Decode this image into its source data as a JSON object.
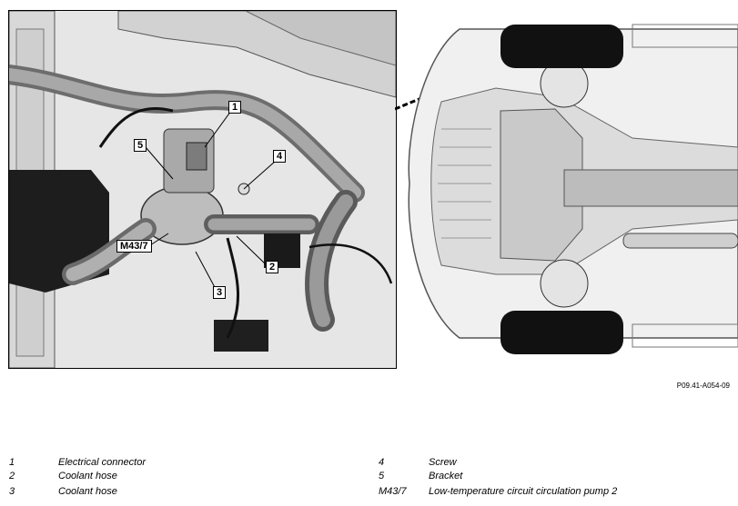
{
  "figure": {
    "callouts": [
      "1",
      "4",
      "5",
      "M43/7",
      "2",
      "3"
    ],
    "reference": "P09.41-A054-09"
  },
  "legend": [
    {
      "key": "1",
      "text": "Electrical connector"
    },
    {
      "key": "2",
      "text": "Coolant hose"
    },
    {
      "key": "3",
      "text": "Coolant hose"
    },
    {
      "key": "4",
      "text": "Screw"
    },
    {
      "key": "5",
      "text": "Bracket"
    },
    {
      "key": "M43/7",
      "text": "Low-temperature circuit circulation pump 2"
    }
  ]
}
